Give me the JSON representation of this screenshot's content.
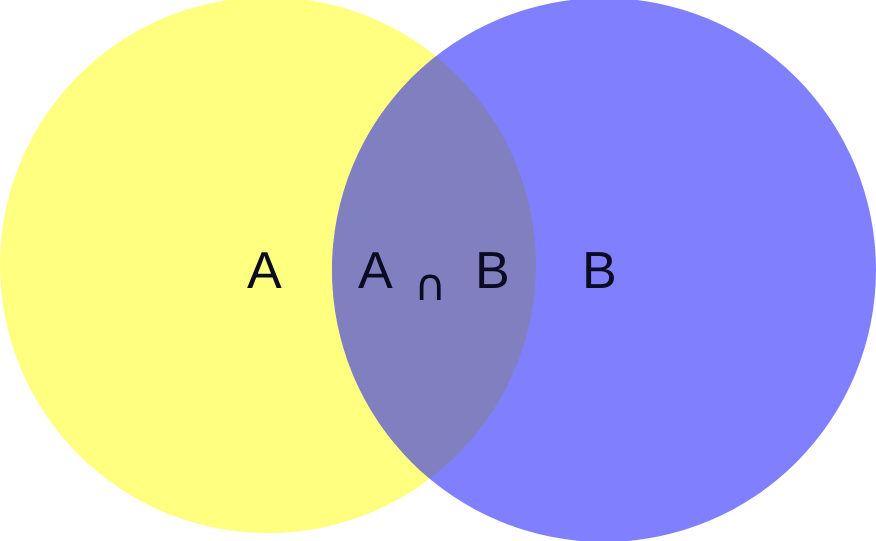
{
  "venn": {
    "set_a_label": "A",
    "set_b_label": "B",
    "intersection_left": "A",
    "intersection_symbol": "∩",
    "intersection_right": "B"
  },
  "colors": {
    "set_a": "#ffff80",
    "set_b": "#8080ff",
    "intersection": "#8080c0",
    "text": "#0b0b22"
  }
}
